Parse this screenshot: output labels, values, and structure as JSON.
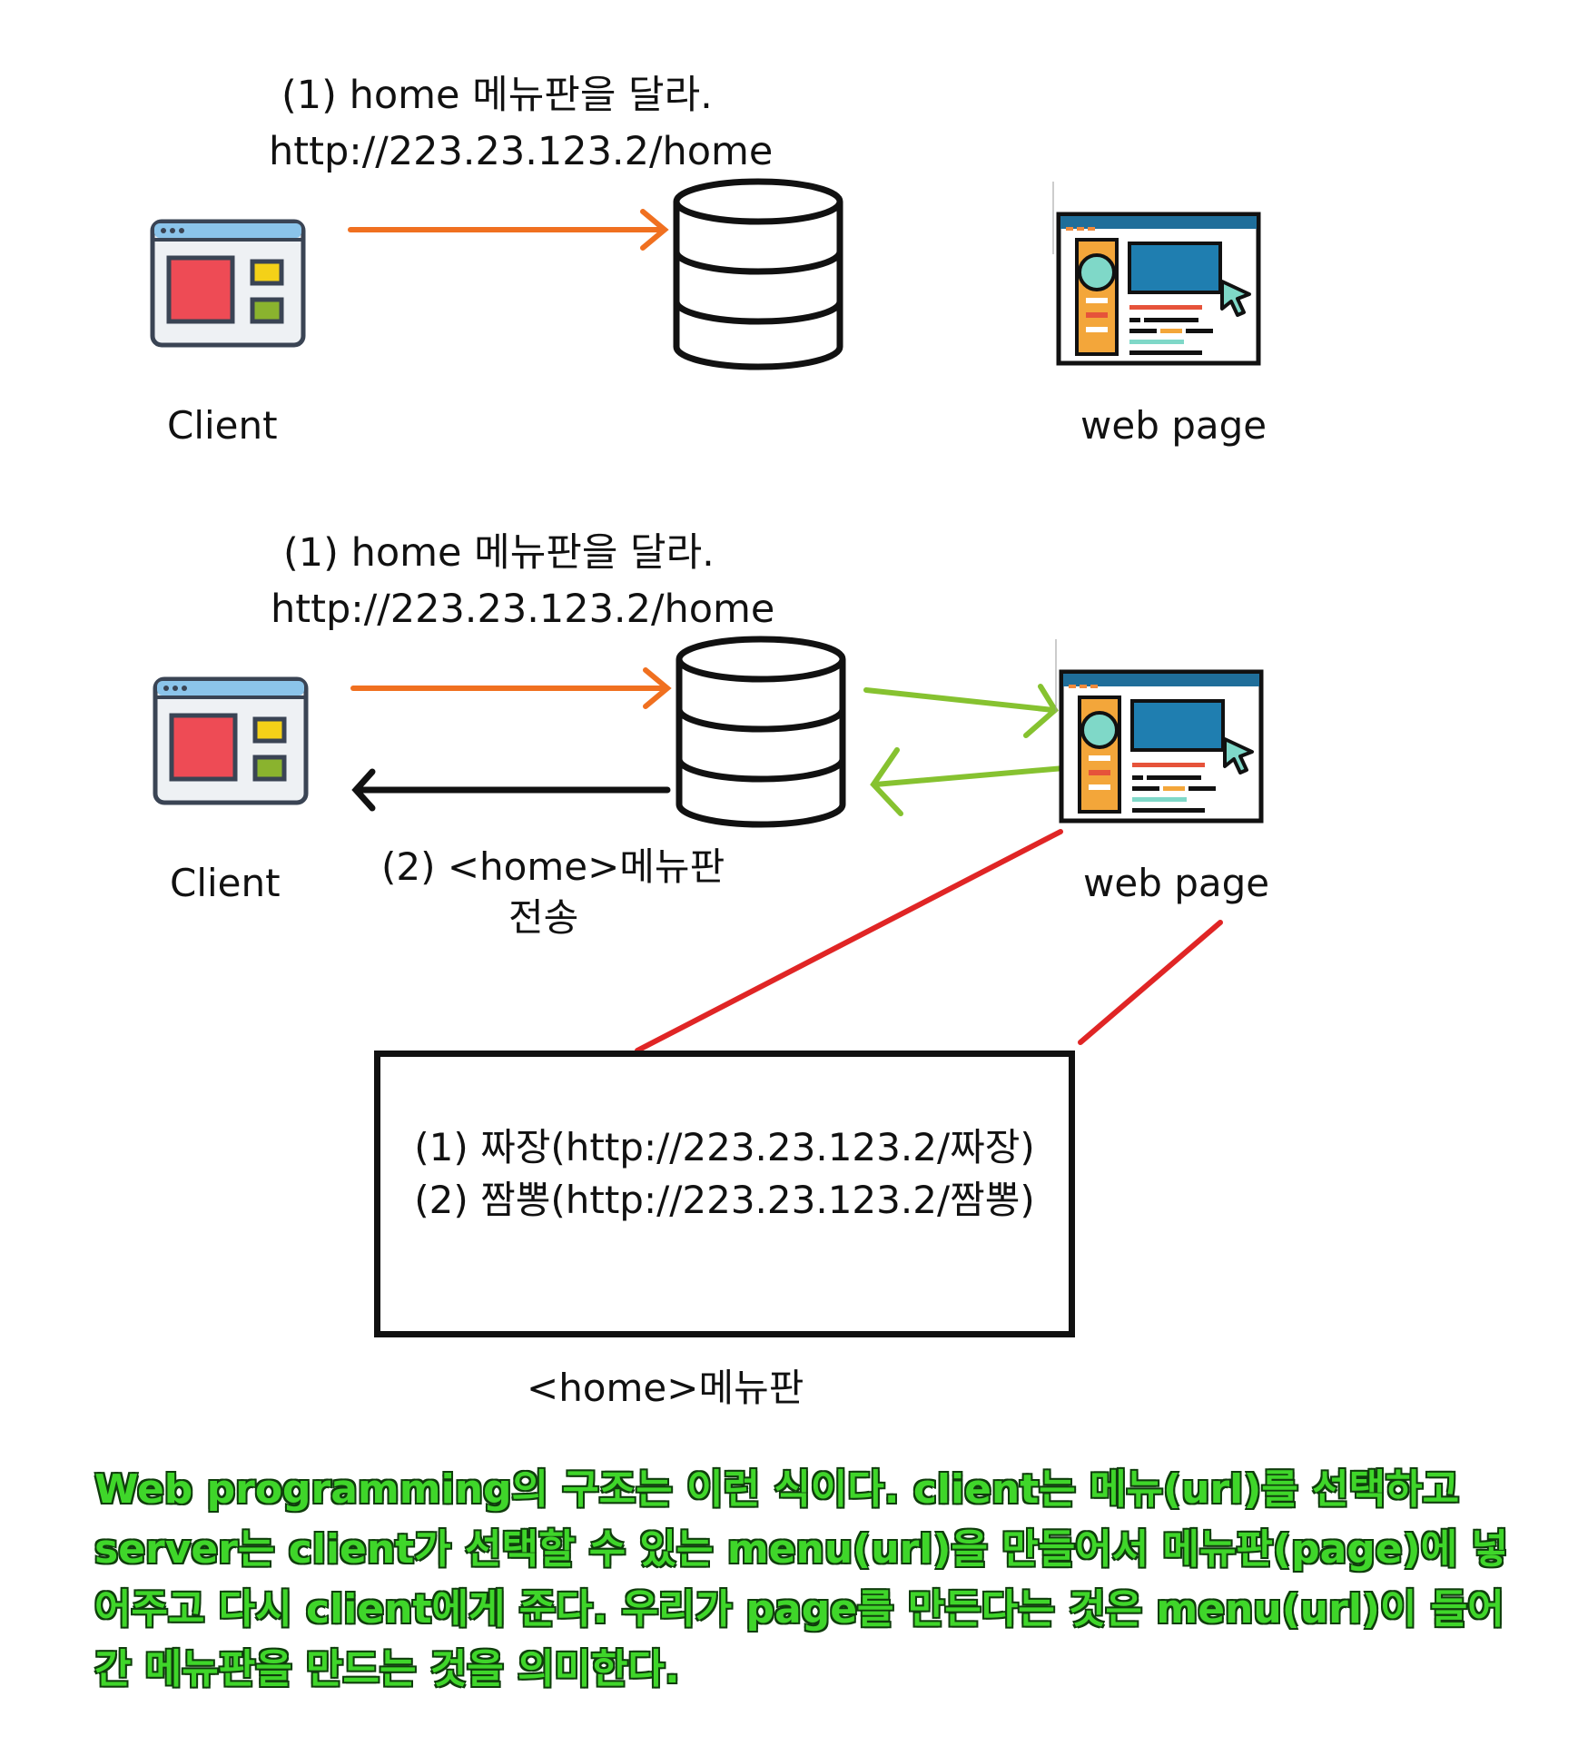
{
  "top_diagram": {
    "request_line1": "(1) home 메뉴판을 달라.",
    "request_line2": "http://223.23.123.2/home",
    "client_label": "Client",
    "webpage_label": "web page"
  },
  "bottom_diagram": {
    "request_line1": "(1) home 메뉴판을 달라.",
    "request_line2": "http://223.23.123.2/home",
    "client_label": "Client",
    "webpage_label": "web page",
    "response_line1": "(2) <home>메뉴판",
    "response_line2": "전송"
  },
  "menu_box": {
    "line1": "(1) 짜장(http://223.23.123.2/짜장)",
    "line2": "(2) 짬뽕(http://223.23.123.2/짬뽕)",
    "caption": "<home>메뉴판"
  },
  "note": "Web programming의 구조는 이런 식이다. client는 메뉴(url)를 선택하고 server는 client가 선택할 수 있는 menu(url)을 만들어서 메뉴판(page)에 넣어주고 다시 client에게 준다. 우리가 page를 만든다는 것은 menu(url)이 들어간 메뉴판을 만드는 것을 의미한다.",
  "colors": {
    "request_arrow": "#f07020",
    "response_arrow": "#111111",
    "server_arrow": "#86c230",
    "connector": "#e02525",
    "note_fill": "#3fd62a",
    "note_outline": "#0f3d0c"
  },
  "icons": {
    "client": "app-window-icon",
    "server": "database-icon",
    "webpage": "web-page-icon"
  }
}
